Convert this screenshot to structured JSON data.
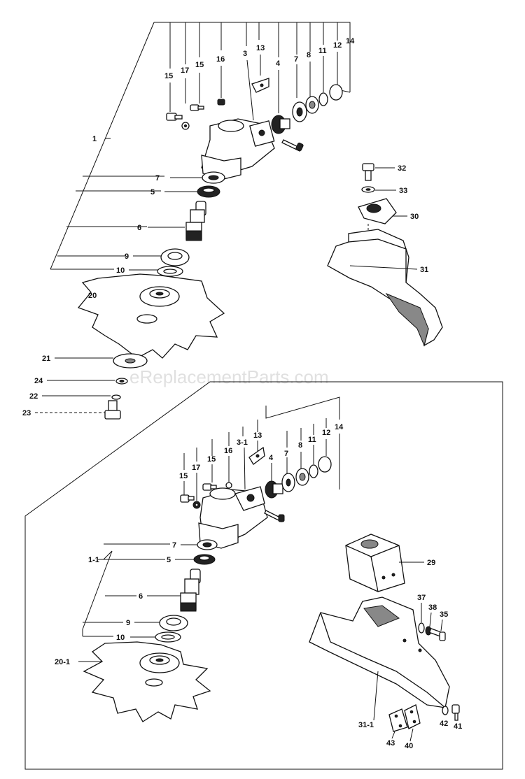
{
  "watermark": "eReplacementParts.com",
  "labels": {
    "p1": "1",
    "p3": "3",
    "p4": "4",
    "p5": "5",
    "p6": "6",
    "p7": "7",
    "p8": "8",
    "p9": "9",
    "p10": "10",
    "p11": "11",
    "p12": "12",
    "p13": "13",
    "p14": "14",
    "p15": "15",
    "p16": "16",
    "p17": "17",
    "p20": "20",
    "p21": "21",
    "p22": "22",
    "p23": "23",
    "p24": "24",
    "p30": "30",
    "p31": "31",
    "p32": "32",
    "p33": "33",
    "q1_1": "1-1",
    "q3_1": "3-1",
    "q4": "4",
    "q5": "5",
    "q6": "6",
    "q7": "7",
    "q8": "8",
    "q9": "9",
    "q10": "10",
    "q11": "11",
    "q12": "12",
    "q13": "13",
    "q14": "14",
    "q15a": "15",
    "q15b": "15",
    "q16": "16",
    "q17": "17",
    "q20_1": "20-1",
    "q29": "29",
    "q31_1": "31-1",
    "q35": "35",
    "q37": "37",
    "q38": "38",
    "q40": "40",
    "q41": "41",
    "q42": "42",
    "q43": "43",
    "p15b": "15"
  }
}
